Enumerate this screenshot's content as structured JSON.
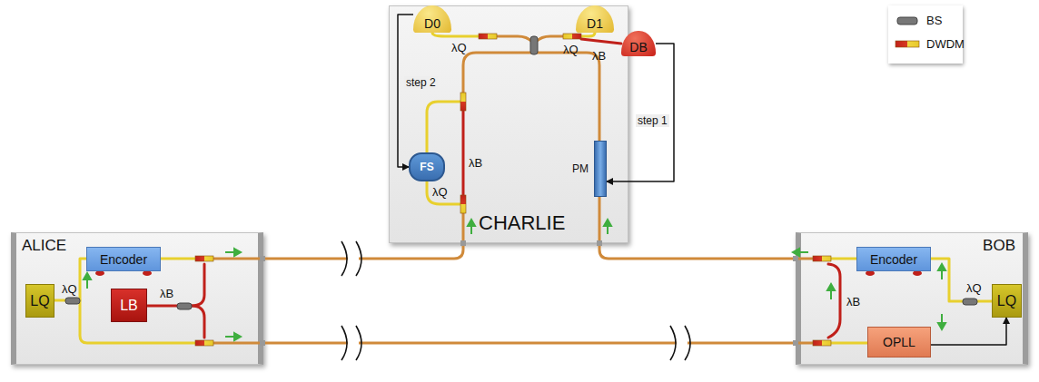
{
  "diagram": {
    "nodes": [
      {
        "text": [
          "ALICE"
        ]
      },
      {
        "text": [
          "Encoder"
        ],
        "in": 0
      },
      {
        "text": [
          "LQ"
        ],
        "in": 0
      },
      {
        "text": [
          "LB"
        ],
        "in": 0
      },
      {
        "text": [
          "CHARLIE"
        ]
      },
      {
        "text": [
          "D0"
        ],
        "in": 4
      },
      {
        "text": [
          "D1"
        ],
        "in": 4
      },
      {
        "text": [
          "DB"
        ],
        "in": 4
      },
      {
        "text": [
          "FS"
        ],
        "in": 4
      },
      {
        "text": [
          "PM"
        ],
        "in": 4
      },
      {
        "text": [
          "BOB"
        ]
      },
      {
        "text": [
          "Encoder"
        ],
        "in": 10
      },
      {
        "text": [
          "LQ"
        ],
        "in": 10
      },
      {
        "text": [
          "OPLL"
        ],
        "in": 10
      }
    ],
    "edges": [
      {
        "from": 2,
        "to": 1,
        "arrow": "none"
      },
      {
        "from": 12,
        "to": 11,
        "arrow": "none"
      },
      {
        "from": 13,
        "to": 12,
        "arrow": "to"
      },
      {
        "from": 7,
        "to": 9,
        "label": "step 1",
        "arrow": "to"
      },
      {
        "from": 5,
        "to": 8,
        "label": "step 2",
        "arrow": "to"
      }
    ],
    "labels": [
      "λQ",
      "λB",
      "λQ",
      "λQ",
      "λB",
      "λB",
      "λQ",
      "λB",
      "λQ"
    ],
    "legend": [
      {
        "text": "BS"
      },
      {
        "text": "DWDM"
      }
    ]
  }
}
